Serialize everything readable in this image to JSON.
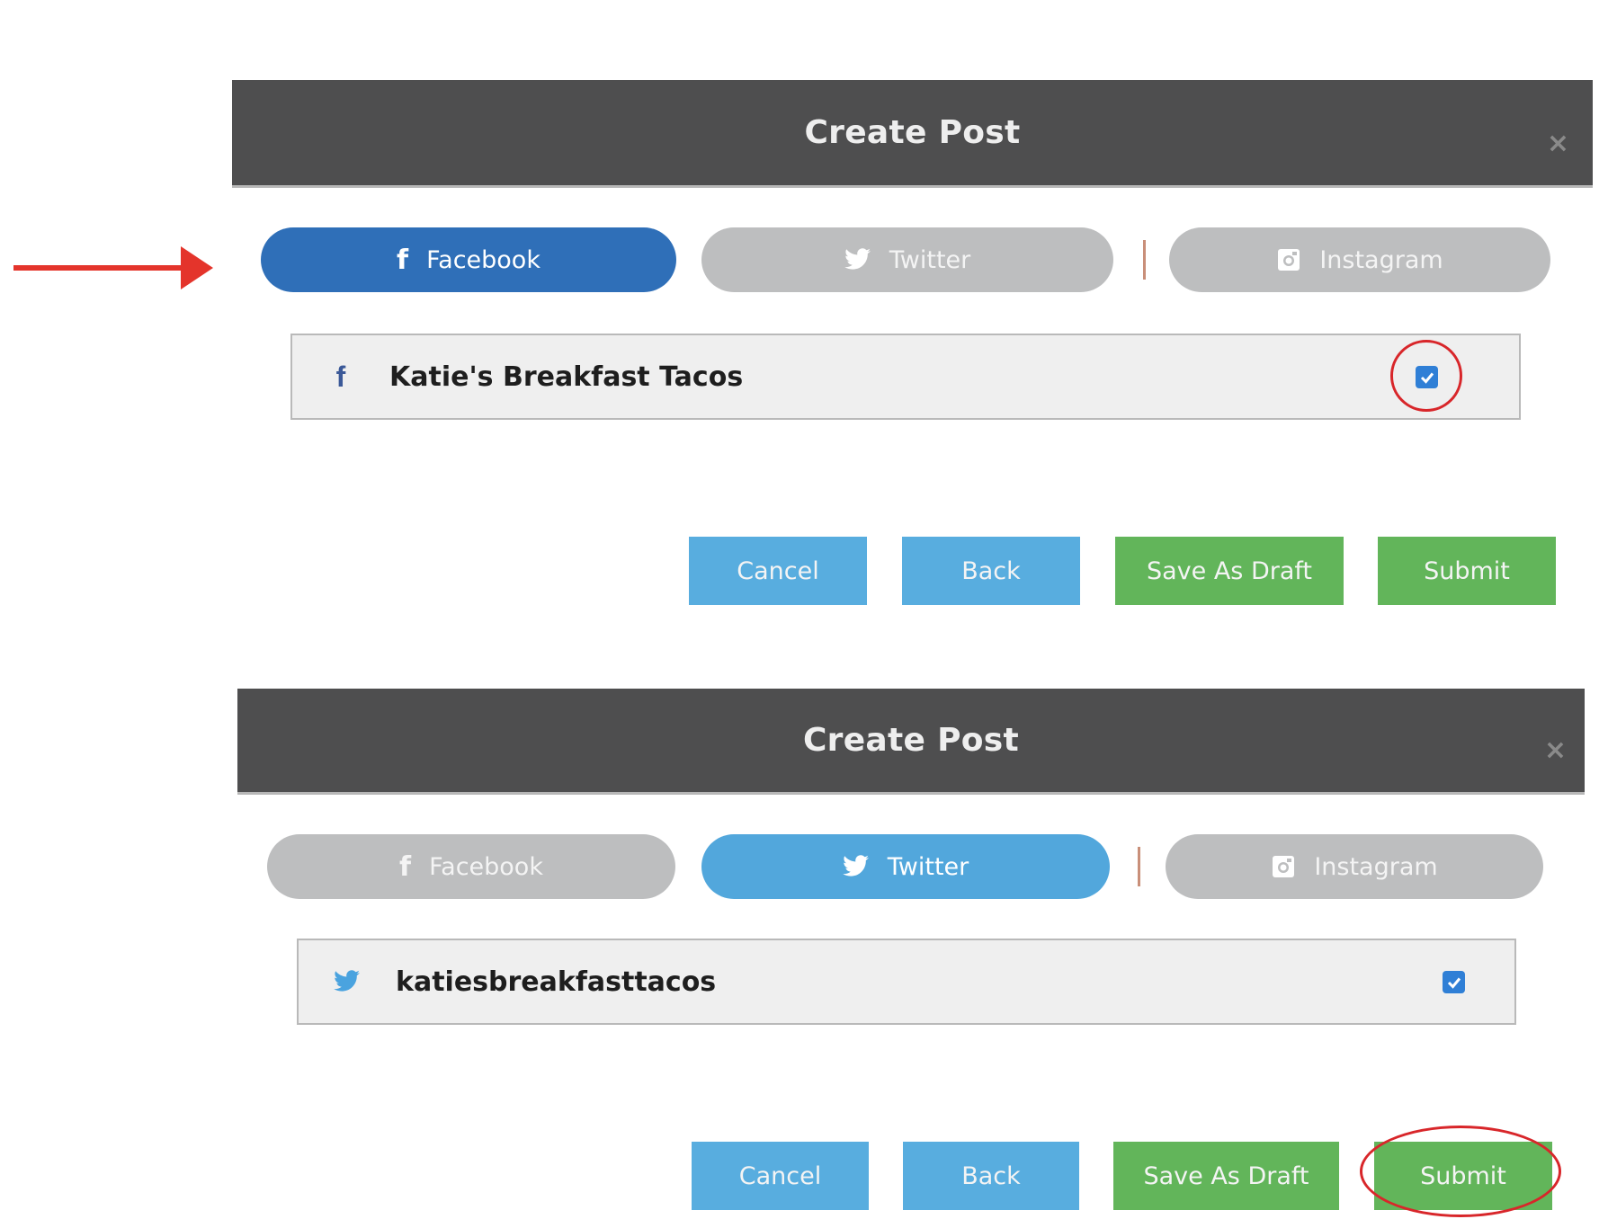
{
  "panels": [
    {
      "title": "Create Post",
      "close_glyph": "×",
      "tabs": [
        {
          "label": "Facebook",
          "icon": "facebook-icon",
          "active": true
        },
        {
          "label": "Twitter",
          "icon": "twitter-icon",
          "active": false
        },
        {
          "label": "Instagram",
          "icon": "instagram-icon",
          "active": false
        }
      ],
      "account": {
        "icon": "facebook-icon",
        "name": "Katie's Breakfast Tacos",
        "checked": true
      },
      "buttons": {
        "cancel": "Cancel",
        "back": "Back",
        "draft": "Save As Draft",
        "submit": "Submit"
      }
    },
    {
      "title": "Create Post",
      "close_glyph": "×",
      "tabs": [
        {
          "label": "Facebook",
          "icon": "facebook-icon",
          "active": false
        },
        {
          "label": "Twitter",
          "icon": "twitter-icon",
          "active": true
        },
        {
          "label": "Instagram",
          "icon": "instagram-icon",
          "active": false
        }
      ],
      "account": {
        "icon": "twitter-icon",
        "name": "katiesbreakfasttacos",
        "checked": true
      },
      "buttons": {
        "cancel": "Cancel",
        "back": "Back",
        "draft": "Save As Draft",
        "submit": "Submit"
      }
    }
  ],
  "colors": {
    "header": "#4e4e4f",
    "facebook_active": "#2f6fb8",
    "twitter_active": "#52a7dc",
    "tab_inactive": "#bdbebf",
    "button_blue": "#58addf",
    "button_green": "#62b55a",
    "annotation_red": "#d8262a"
  }
}
